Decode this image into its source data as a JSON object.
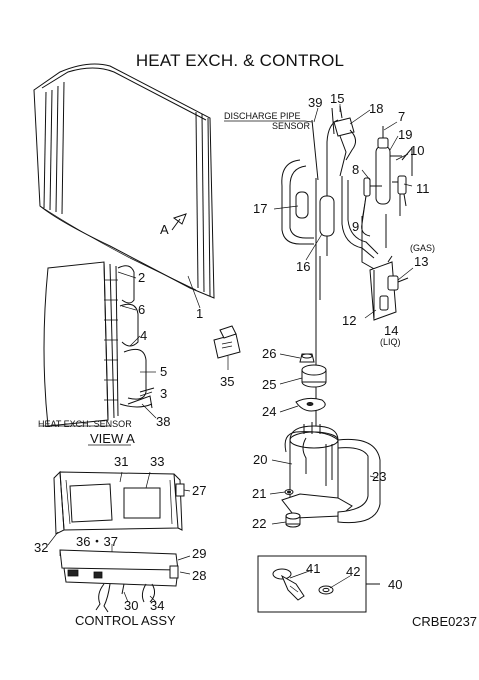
{
  "title": "HEAT EXCH. & CONTROL",
  "code": "CRBE0237",
  "labels": {
    "discharge_pipe_sensor_1": "DISCHARGE PIPE",
    "discharge_pipe_sensor_2": "SENSOR",
    "heat_exch_sensor": "HEAT EXCH. SENSOR",
    "view_a": "VIEW A",
    "view_a_marker": "A",
    "gas": "(GAS)",
    "liq": "(LIQ)",
    "control_assy": "CONTROL ASSY"
  },
  "callouts": {
    "p1": "1",
    "p2": "2",
    "p3": "3",
    "p4": "4",
    "p5": "5",
    "p6": "6",
    "p7": "7",
    "p8": "8",
    "p9": "9",
    "p10": "10",
    "p11": "11",
    "p12": "12",
    "p13": "13",
    "p14": "14",
    "p15": "15",
    "p16": "16",
    "p17": "17",
    "p18": "18",
    "p19": "19",
    "p20": "20",
    "p21": "21",
    "p22": "22",
    "p23": "23",
    "p24": "24",
    "p25": "25",
    "p26": "26",
    "p27": "27",
    "p28": "28",
    "p29": "29",
    "p30": "30",
    "p31": "31",
    "p33": "33",
    "p32": "32",
    "p34": "34",
    "p35": "35",
    "p3637": "36・37",
    "p38": "38",
    "p39": "39",
    "p40": "40",
    "p41": "41",
    "p42": "42"
  }
}
